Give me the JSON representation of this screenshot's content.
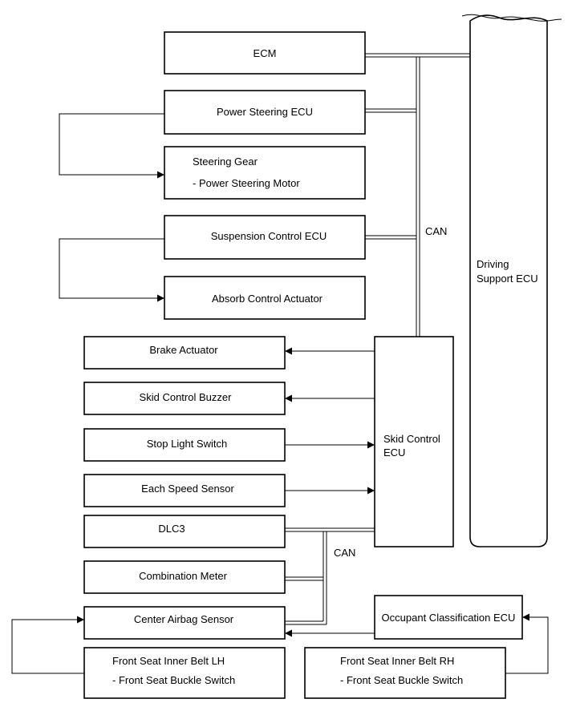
{
  "diagram": {
    "ecm": "ECM",
    "power_steering_ecu": "Power Steering ECU",
    "steering_gear": [
      "Steering Gear",
      "- Power Steering Motor"
    ],
    "suspension_control_ecu": "Suspension Control ECU",
    "absorb_control_actuator": "Absorb Control Actuator",
    "driving_support_ecu": [
      "Driving",
      "Support ECU"
    ],
    "can_upper": "CAN",
    "brake_actuator": "Brake Actuator",
    "skid_control_buzzer": "Skid Control Buzzer",
    "stop_light_switch": "Stop Light Switch",
    "each_speed_sensor": "Each Speed Sensor",
    "dlc3": "DLC3",
    "skid_control_ecu": [
      "Skid Control",
      "ECU"
    ],
    "can_lower": "CAN",
    "combination_meter": "Combination Meter",
    "center_airbag_sensor": "Center Airbag Sensor",
    "occupant_classification_ecu": "Occupant Classification ECU",
    "front_seat_lh": [
      "Front Seat Inner Belt LH",
      "- Front Seat Buckle Switch"
    ],
    "front_seat_rh": [
      "Front Seat Inner Belt RH",
      "- Front Seat Buckle Switch"
    ]
  }
}
